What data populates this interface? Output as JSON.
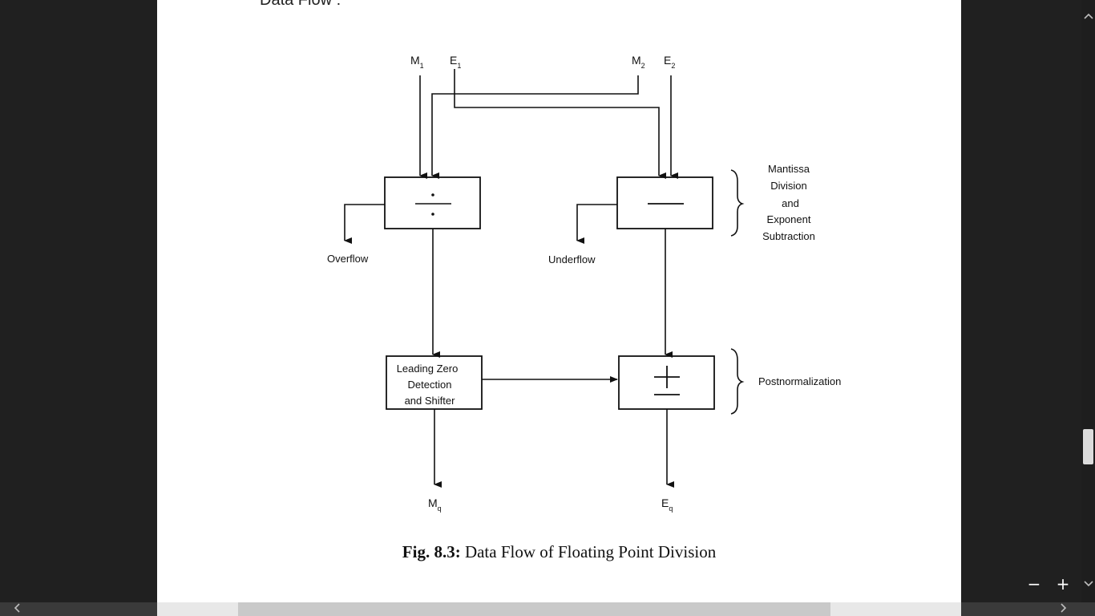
{
  "document": {
    "header_text": "Data Flow :",
    "caption_bold": "Fig. 8.3:",
    "caption_text": " Data Flow of Floating Point Division"
  },
  "diagram": {
    "inputs": {
      "m1": "M",
      "m1_sub": "1",
      "e1": "E",
      "e1_sub": "1",
      "m2": "M",
      "m2_sub": "2",
      "e2": "E",
      "e2_sub": "2"
    },
    "divide_box_symbol": "÷",
    "subtract_box_symbol": "—",
    "normalize_box_symbol": "±",
    "leading_zero_box": {
      "line1": "Leading Zero",
      "line2": "Detection",
      "line3": "and Shifter"
    },
    "overflow_label": "Overflow",
    "underflow_label": "Underflow",
    "stage1_label": {
      "line1": "Mantissa",
      "line2": "Division",
      "line3": "and",
      "line4": "Exponent",
      "line5": "Subtraction"
    },
    "stage2_label": "Postnormalization",
    "outputs": {
      "mq": "M",
      "mq_sub": "q",
      "eq": "E",
      "eq_sub": "q"
    }
  },
  "controls": {
    "zoom_out": "−",
    "zoom_in": "+"
  },
  "icons": {
    "scroll_up": "chevron-up-icon",
    "scroll_down": "chevron-down-icon",
    "scroll_left": "chevron-left-icon",
    "scroll_right": "chevron-right-icon"
  }
}
